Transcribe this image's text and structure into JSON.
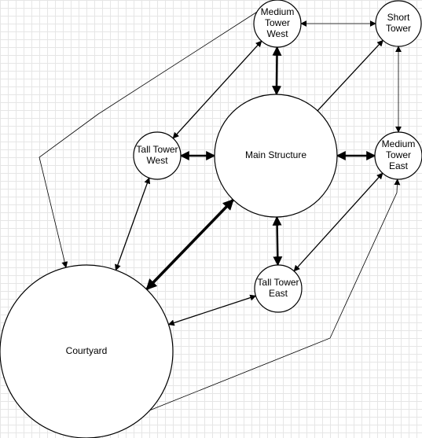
{
  "diagram": {
    "nodes": [
      {
        "id": "medium-tower-west",
        "lines": [
          "Medium",
          "Tower",
          "West"
        ]
      },
      {
        "id": "short-tower",
        "lines": [
          "Short",
          "Tower"
        ]
      },
      {
        "id": "tall-tower-west",
        "lines": [
          "Tall Tower",
          "West"
        ]
      },
      {
        "id": "main-structure",
        "lines": [
          "Main Structure"
        ]
      },
      {
        "id": "medium-tower-east",
        "lines": [
          "Medium",
          "Tower",
          "East"
        ]
      },
      {
        "id": "tall-tower-east",
        "lines": [
          "Tall Tower",
          "East"
        ]
      },
      {
        "id": "courtyard",
        "lines": [
          "Courtyard"
        ]
      }
    ],
    "edges": [
      {
        "from": "medium-tower-west",
        "to": "short-tower",
        "direction": "both",
        "weight": "thin"
      },
      {
        "from": "medium-tower-west",
        "to": "main-structure",
        "direction": "both",
        "weight": "thick"
      },
      {
        "from": "medium-tower-west",
        "to": "tall-tower-west",
        "direction": "both",
        "weight": "normal"
      },
      {
        "from": "courtyard",
        "to": "medium-tower-west",
        "direction": "both",
        "weight": "thin"
      },
      {
        "from": "main-structure",
        "to": "short-tower",
        "direction": "forward",
        "weight": "normal"
      },
      {
        "from": "short-tower",
        "to": "medium-tower-east",
        "direction": "both",
        "weight": "thin"
      },
      {
        "from": "tall-tower-west",
        "to": "main-structure",
        "direction": "both",
        "weight": "thick"
      },
      {
        "from": "main-structure",
        "to": "medium-tower-east",
        "direction": "both",
        "weight": "thick"
      },
      {
        "from": "tall-tower-west",
        "to": "courtyard",
        "direction": "both",
        "weight": "normal"
      },
      {
        "from": "courtyard",
        "to": "main-structure",
        "direction": "both",
        "weight": "heavy"
      },
      {
        "from": "main-structure",
        "to": "tall-tower-east",
        "direction": "both",
        "weight": "thick"
      },
      {
        "from": "tall-tower-east",
        "to": "medium-tower-east",
        "direction": "both",
        "weight": "normal"
      },
      {
        "from": "courtyard",
        "to": "tall-tower-east",
        "direction": "both",
        "weight": "normal"
      },
      {
        "from": "medium-tower-east",
        "to": "courtyard",
        "direction": "both",
        "weight": "thin"
      }
    ]
  }
}
